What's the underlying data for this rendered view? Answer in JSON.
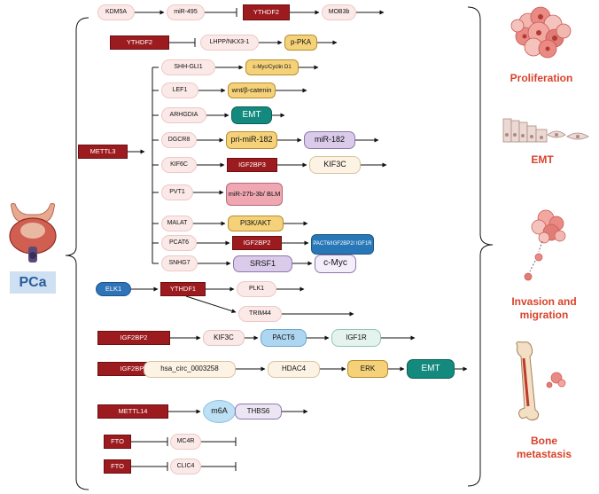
{
  "center": {
    "label": "PCa"
  },
  "pathways": {
    "kdm5a_row": {
      "kdm5a": "KDM5A",
      "mir495": "miR-495",
      "ythdf2": "YTHDF2",
      "mob3b": "MOB3b"
    },
    "ythdf2_row": {
      "ythdf2": "YTHDF2",
      "lhpp": "LHPP/NKX3-1",
      "ppka": "p-PKA"
    },
    "mettl3": {
      "regulator": "METTL3",
      "rows": [
        {
          "source": "SHH-GLI1",
          "targets": [
            "c-Myc/Cyclin D1"
          ]
        },
        {
          "source": "LEF1",
          "targets": [
            "wnt/β-catenin"
          ]
        },
        {
          "source": "ARHGDIA",
          "targets": [
            "EMT"
          ]
        },
        {
          "source": "DGCR8",
          "targets": [
            "pri-miR-182",
            "miR-182"
          ]
        },
        {
          "source": "KIF6C",
          "targets": [
            "IGF2BP3",
            "KIF3C"
          ]
        },
        {
          "source": "PVT1",
          "targets": [
            "miR-27b-3b/ BLM"
          ]
        },
        {
          "source": "MALAT",
          "targets": [
            "PI3K/AKT"
          ]
        },
        {
          "source": "PCAT6",
          "targets": [
            "IGF2BP2",
            "PACT6/IGF2BP2/ IGF1R"
          ]
        },
        {
          "source": "SNHG7",
          "targets": [
            "SRSF1",
            "c-Myc"
          ]
        }
      ]
    },
    "elk1_row": {
      "elk1": "ELK1",
      "ythdf1": "YTHDF1",
      "plk1": "PLK1",
      "trim44": "TRIM44"
    },
    "igf2bp2_row": {
      "igf2bp2": "IGF2BP2",
      "kif3c": "KIF3C",
      "pact6": "PACT6",
      "igf1r": "IGF1R"
    },
    "igf2bp3_row": {
      "igf2bp3": "IGF2BP3",
      "circ": "hsa_circ_0003258",
      "hdac4": "HDAC4",
      "erk": "ERK",
      "emt": "EMT"
    },
    "mettl14_row": {
      "mettl14": "METTL14",
      "m6a": "m6A",
      "thbs6": "THBS6"
    },
    "fto_row1": {
      "fto": "FTO",
      "mc4r": "MC4R"
    },
    "fto_row2": {
      "fto": "FTO",
      "clic4": "CLIC4"
    }
  },
  "outcomes": {
    "proliferation": "Proliferation",
    "emt": "EMT",
    "invasion_line1": "Invasion and",
    "invasion_line2": "migration",
    "bone_line1": "Bone",
    "bone_line2": "metastasis"
  },
  "colors": {
    "regulator_red": "#9b1b1f",
    "plain_node": "#fbe9e8",
    "yellow_node": "#f5d27a",
    "teal_node": "#148a7f",
    "purple_node": "#d9cbe9",
    "pink_node": "#efa8b2",
    "outcome_text": "#d9432b",
    "pca_label_bg": "#cfe0f3"
  },
  "icons": [
    "prostate-organ-icon",
    "tumor-cluster-icon",
    "epithelial-cells-icon",
    "invading-cells-icon",
    "femur-bone-icon"
  ]
}
